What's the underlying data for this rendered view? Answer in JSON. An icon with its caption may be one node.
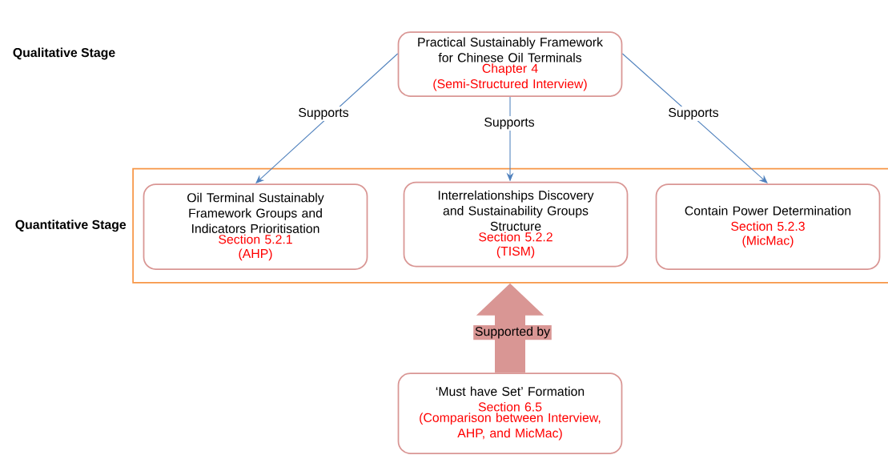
{
  "diagram": {
    "nodes": [
      {
        "text": [
          "Practical Sustainably Framework for Chinese Oil Terminals",
          "Chapter 4",
          "(Semi-Structured Interview)"
        ]
      },
      {
        "text": [
          "Quantitative Stage"
        ]
      },
      {
        "text": [
          "Oil Terminal Sustainably Framework Groups and Indicators Prioritisation",
          "Section 5.2.1",
          "(AHP)"
        ],
        "in": 1
      },
      {
        "text": [
          "Interrelationships Discovery and Sustainability Groups Structure",
          "Section 5.2.2",
          "(TISM)"
        ],
        "in": 1
      },
      {
        "text": [
          "Contain Power Determination",
          "Section 5.2.3",
          "(MicMac)"
        ],
        "in": 1
      },
      {
        "text": [
          "‘Must have Set’ Formation",
          "Section 6.5",
          "(Comparison between Interview, AHP, and MicMac)"
        ]
      }
    ],
    "edges": [
      {
        "from": 0,
        "to": 2,
        "arrow": "to",
        "label": "Supports"
      },
      {
        "from": 0,
        "to": 3,
        "arrow": "to",
        "label": "Supports"
      },
      {
        "from": 0,
        "to": 4,
        "arrow": "to",
        "label": "Supports"
      },
      {
        "from": 5,
        "to": 1,
        "arrow": "to",
        "label": "Supported by",
        "style": "thick",
        "color": "#d99694"
      }
    ],
    "labels": [
      "Qualitative Stage"
    ]
  }
}
